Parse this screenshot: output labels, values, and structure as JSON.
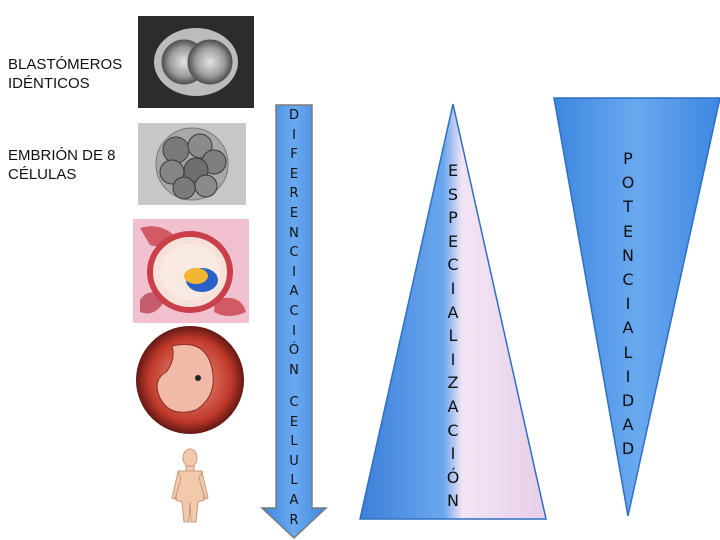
{
  "stages": [
    {
      "label": "BLASTÓMEROS\nIDÉNTICOS"
    },
    {
      "label": "EMBRIÓN DE 8\nCÉLULAS"
    }
  ],
  "arrows": {
    "diferenciacion": {
      "word1": "DIFERENCIACIÓN",
      "word2": "CELULAR"
    },
    "especializacion": {
      "word": "ESPECIALIZACIÓN"
    },
    "potencialidad": {
      "word": "POTENCIALIDAD"
    }
  },
  "colors": {
    "arrow_blue": "#4a90e2",
    "arrow_outline": "#2f6fc0",
    "triangle_light": "#ecd9f0"
  }
}
